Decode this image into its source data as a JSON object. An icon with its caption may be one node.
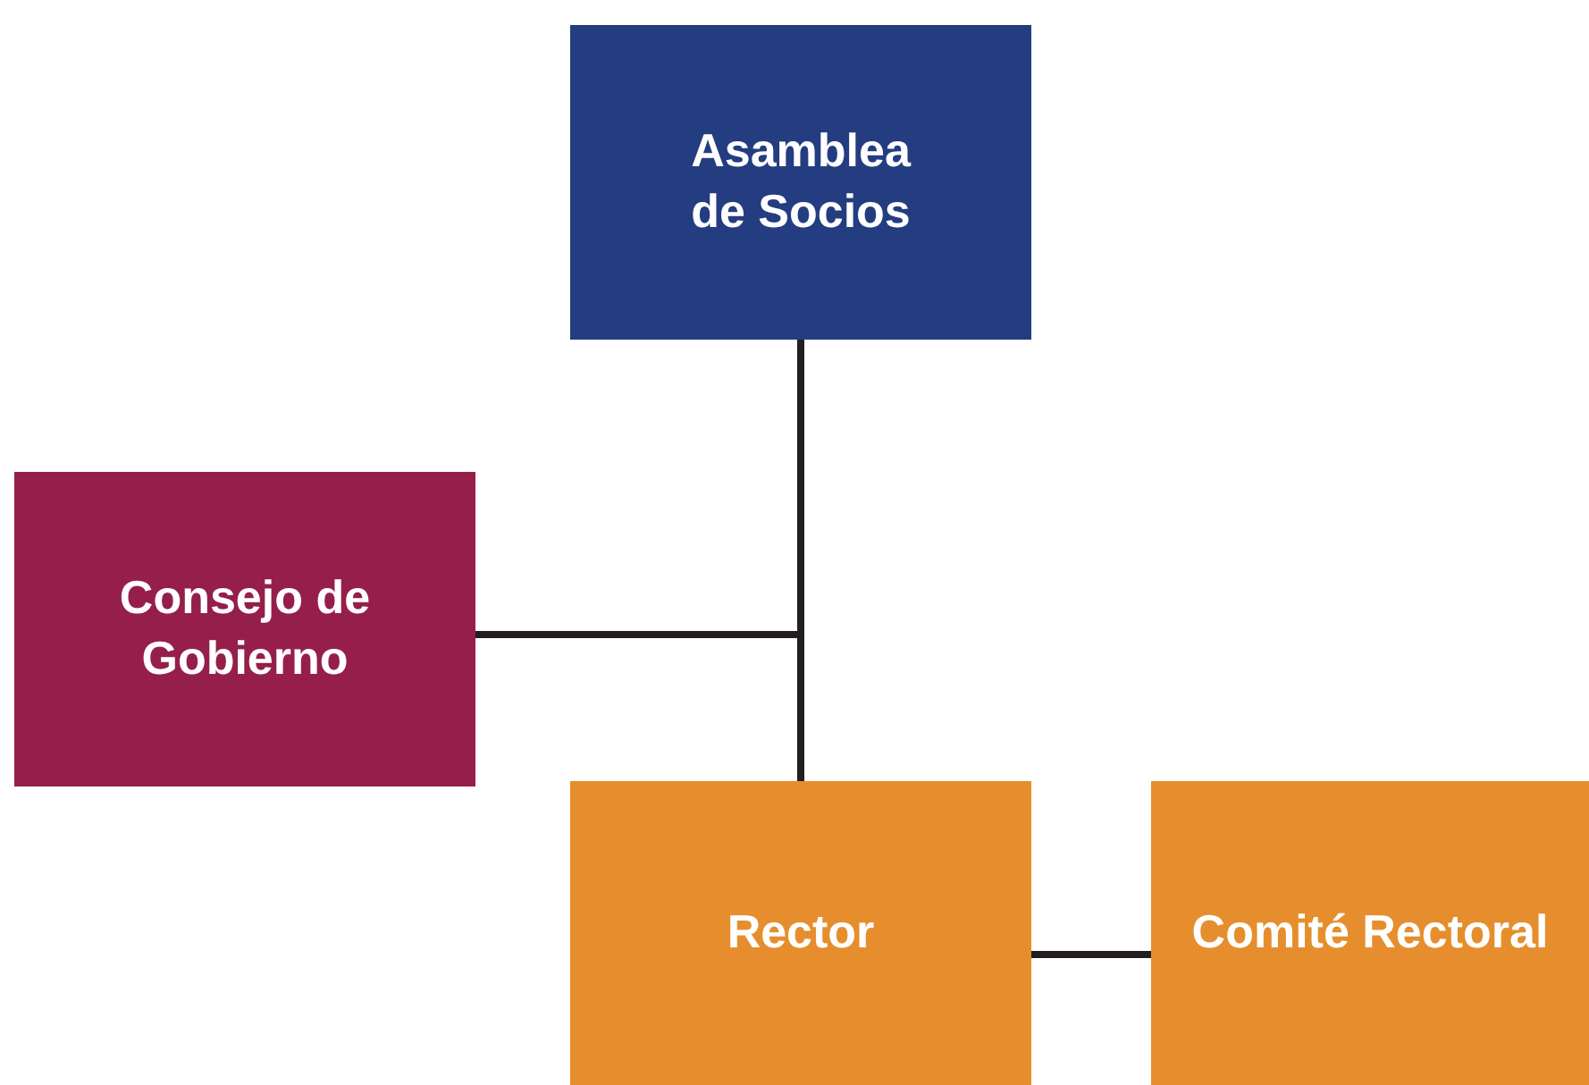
{
  "diagram": {
    "nodes": [
      {
        "text": [
          "Asamblea de Socios"
        ]
      },
      {
        "text": [
          "Consejo de Gobierno"
        ]
      },
      {
        "text": [
          "Rector"
        ]
      },
      {
        "text": [
          "Comité Rectoral"
        ]
      }
    ],
    "edges": [
      {
        "from": 0,
        "to": 2,
        "arrow": "none"
      },
      {
        "from": 1,
        "to": 2,
        "arrow": "none"
      },
      {
        "from": 2,
        "to": 3,
        "arrow": "none"
      }
    ]
  }
}
